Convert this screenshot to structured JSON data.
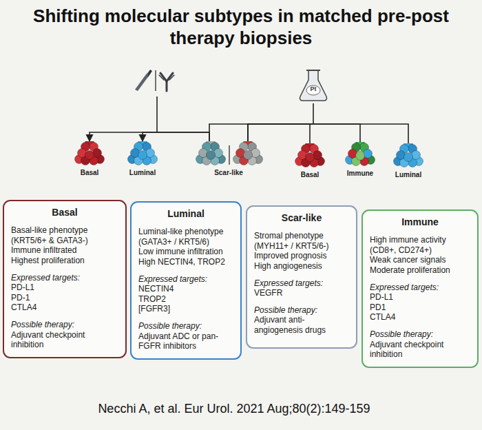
{
  "diagram": {
    "title": "Shifting molecular subtypes in matched pre-post therapy biopsies",
    "caption": "Necchi A, et al. Eur Urol. 2021 Aug;80(2):149-159",
    "nodes": [
      {
        "text": [
          "Basal"
        ]
      },
      {
        "text": [
          "Luminal"
        ]
      },
      {
        "text": [
          "Scar-like"
        ]
      },
      {
        "text": [
          "Basal"
        ]
      },
      {
        "text": [
          "Immune"
        ]
      },
      {
        "text": [
          "Luminal"
        ]
      },
      {
        "text": [
          "Basal",
          "Basal-like phenotype",
          "(KRT5/6+ & GATA3-)",
          "Immune infiltrated",
          "Highest proliferation",
          "Expressed targets:",
          "PD-L1",
          "PD-1",
          "CTLA4",
          "Possible therapy:",
          "Adjuvant checkpoint inhibition"
        ]
      },
      {
        "text": [
          "Luminal",
          "Luminal-like phenotype",
          "(GATA3+ / KRT5/6)",
          "Low immune infiltration",
          "High NECTIN4, TROP2",
          "Expressed targets:",
          "NECTIN4",
          "TROP2",
          "[FGFR3]",
          "Possible therapy:",
          "Adjuvant ADC or pan-FGFR inhibitors"
        ]
      },
      {
        "text": [
          "Scar-like",
          "Stromal phenotype",
          "(MYH11+ / KRT5/6-)",
          "Improved prognosis",
          "High angiogenesis",
          "Expressed targets:",
          "VEGFR",
          "Possible therapy:",
          "Adjuvant anti-angiogenesis drugs"
        ]
      },
      {
        "text": [
          "Immune",
          "High immune activity",
          "(CD8+, CD274+)",
          "Weak cancer signals",
          "Moderate proliferation",
          "Expressed targets:",
          "PD-L1",
          "PD1",
          "CTLA4",
          "Possible therapy:",
          "Adjuvant checkpoint inhibition"
        ]
      }
    ],
    "edges": [
      {
        "from": 2,
        "to": 0,
        "arrow": "to"
      },
      {
        "from": 2,
        "to": 1,
        "arrow": "to"
      },
      {
        "from": 2,
        "to": 3,
        "arrow": "none"
      },
      {
        "from": 2,
        "to": 4,
        "arrow": "none"
      },
      {
        "from": 2,
        "to": 5,
        "arrow": "none"
      }
    ],
    "labels": [
      "Pt"
    ]
  }
}
